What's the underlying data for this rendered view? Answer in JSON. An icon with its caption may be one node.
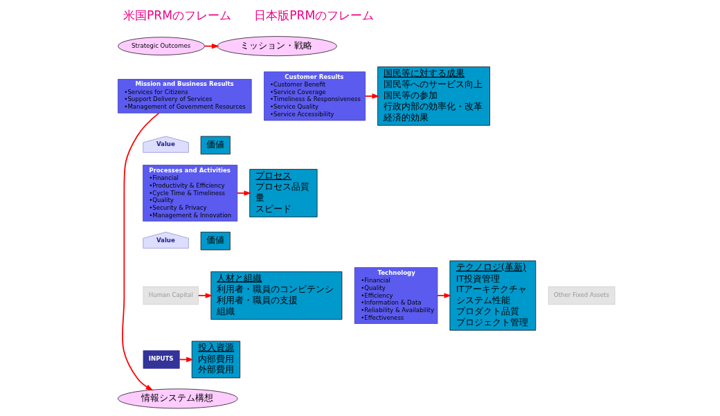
{
  "diagram": {
    "nodes": [
      {
        "text": [
          "Strategic Outcomes"
        ]
      },
      {
        "text": [
          "Mission and Business Results",
          "•Services for Citizens",
          "•Support Delivery of Services",
          "•Management of Government Resources"
        ]
      },
      {
        "text": [
          "Customer Results",
          "•Customer Benefit",
          "•Service Coverage",
          "•Timeliness & Responsiveness",
          "•Service Quality",
          "•Service Accessibility"
        ]
      },
      {
        "text": [
          "Value"
        ]
      },
      {
        "text": [
          "Processes and Activities",
          "•Financial",
          "•Productivity & Efficiency",
          "•Cycle Time & Timeliness",
          "•Quality",
          "•Security & Privacy",
          "•Management & Innovation"
        ]
      },
      {
        "text": [
          "Value"
        ]
      },
      {
        "text": [
          "Human Capital"
        ]
      },
      {
        "text": [
          "Technology",
          "•Financial",
          "•Quality",
          "•Efficiency",
          "•Information & Data",
          "•Reliability & Availability",
          "•Effectiveness"
        ]
      },
      {
        "text": [
          "Other Fixed Assets"
        ]
      },
      {
        "text": [
          "INPUTS"
        ]
      },
      {
        "text": [
          "ミッション・戦略"
        ]
      },
      {
        "text": [
          "国民等に対する成果",
          "国民等へのサービス向上",
          "国民等の参加",
          "行政内部の効率化・改革",
          "経済的効果"
        ]
      },
      {
        "text": [
          "価値"
        ]
      },
      {
        "text": [
          "プロセス",
          "プロセス品質",
          "量",
          "スピード"
        ]
      },
      {
        "text": [
          "価値"
        ]
      },
      {
        "text": [
          "人材と組織",
          "利用者・職員のコンピテンシ",
          "利用者・職員の支援",
          "組織"
        ]
      },
      {
        "text": [
          "テクノロジ(革新)",
          "IT投資管理",
          "ITアーキテクチャ",
          "システム性能",
          "プロダクト品質",
          "プロジェクト管理"
        ]
      },
      {
        "text": [
          "投入資源",
          "内部費用",
          "外部費用"
        ]
      },
      {
        "text": [
          "情報システム構想"
        ]
      }
    ],
    "edges": [
      {
        "from": 0,
        "to": 10,
        "arrow": "to"
      },
      {
        "from": 2,
        "to": 11,
        "arrow": "to"
      },
      {
        "from": 1,
        "to": 18,
        "arrow": "to"
      },
      {
        "from": 4,
        "to": 13,
        "arrow": "to"
      },
      {
        "from": 6,
        "to": 15,
        "arrow": "to"
      },
      {
        "from": 7,
        "to": 16,
        "arrow": "to"
      },
      {
        "from": 9,
        "to": 17,
        "arrow": "to"
      }
    ],
    "labels": [
      "米国PRMのフレーム",
      "日本版PRMのフレーム"
    ]
  }
}
